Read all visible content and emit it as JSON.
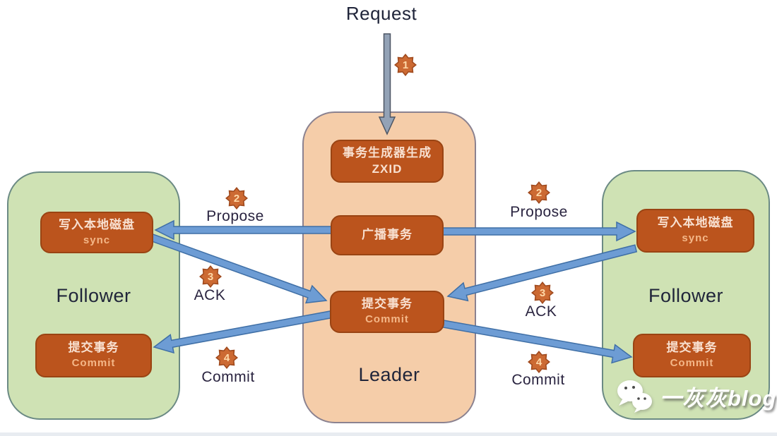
{
  "title": {
    "request": "Request"
  },
  "leader": {
    "label": "Leader",
    "zxid_line1": "事务生成器生成",
    "zxid_line2": "ZXID",
    "broadcast": "广播事务",
    "commit_line1": "提交事务",
    "commit_line2": "Commit"
  },
  "follower_left": {
    "label": "Follower",
    "sync_line1": "写入本地磁盘",
    "sync_line2": "sync",
    "commit_line1": "提交事务",
    "commit_line2": "Commit"
  },
  "follower_right": {
    "label": "Follower",
    "sync_line1": "写入本地磁盘",
    "sync_line2": "sync",
    "commit_line1": "提交事务",
    "commit_line2": "Commit"
  },
  "flows": {
    "request_step": "1",
    "left": [
      {
        "step": "2",
        "label": "Propose"
      },
      {
        "step": "3",
        "label": "ACK"
      },
      {
        "step": "4",
        "label": "Commit"
      }
    ],
    "right": [
      {
        "step": "2",
        "label": "Propose"
      },
      {
        "step": "3",
        "label": "ACK"
      },
      {
        "step": "4",
        "label": "Commit"
      }
    ]
  },
  "watermark": {
    "text": "一灰灰blog",
    "icon": "wechat-icon"
  },
  "colors": {
    "leader_fill": "#f5cda9",
    "follower_fill": "#cfe2b4",
    "node_fill": "#bb541d",
    "node_border": "#9a4413",
    "arrow_blue": "#6d9cd4",
    "arrow_blue_stroke": "#3f6fa6",
    "request_arrow": "#93a2b6",
    "badge_fill": "#cc6a33",
    "label_text": "#20253a"
  }
}
